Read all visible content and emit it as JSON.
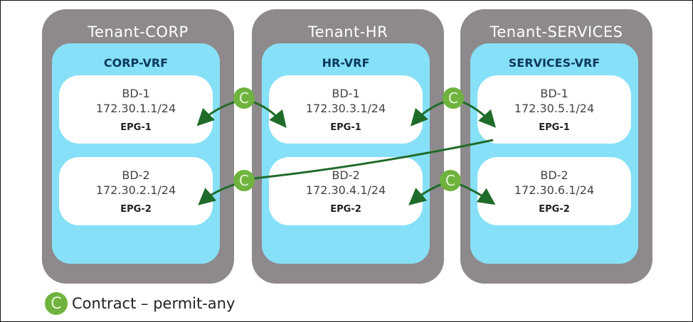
{
  "tenants": [
    {
      "title": "Tenant-CORP",
      "vrf": "CORP-VRF",
      "bds": [
        {
          "name": "BD-1",
          "subnet": "172.30.1.1/24",
          "epg": "EPG-1"
        },
        {
          "name": "BD-2",
          "subnet": "172.30.2.1/24",
          "epg": "EPG-2"
        }
      ]
    },
    {
      "title": "Tenant-HR",
      "vrf": "HR-VRF",
      "bds": [
        {
          "name": "BD-1",
          "subnet": "172.30.3.1/24",
          "epg": "EPG-1"
        },
        {
          "name": "BD-2",
          "subnet": "172.30.4.1/24",
          "epg": "EPG-2"
        }
      ]
    },
    {
      "title": "Tenant-SERVICES",
      "vrf": "SERVICES-VRF",
      "bds": [
        {
          "name": "BD-1",
          "subnet": "172.30.5.1/24",
          "epg": "EPG-1"
        },
        {
          "name": "BD-2",
          "subnet": "172.30.6.1/24",
          "epg": "EPG-2"
        }
      ]
    }
  ],
  "contract_symbol": "C",
  "legend": {
    "symbol": "C",
    "text": "Contract – permit-any"
  },
  "colors": {
    "tenant": "#8e898c",
    "vrf": "#86e0f7",
    "contract": "#6fb33e",
    "arrow": "#1f6b2a"
  }
}
